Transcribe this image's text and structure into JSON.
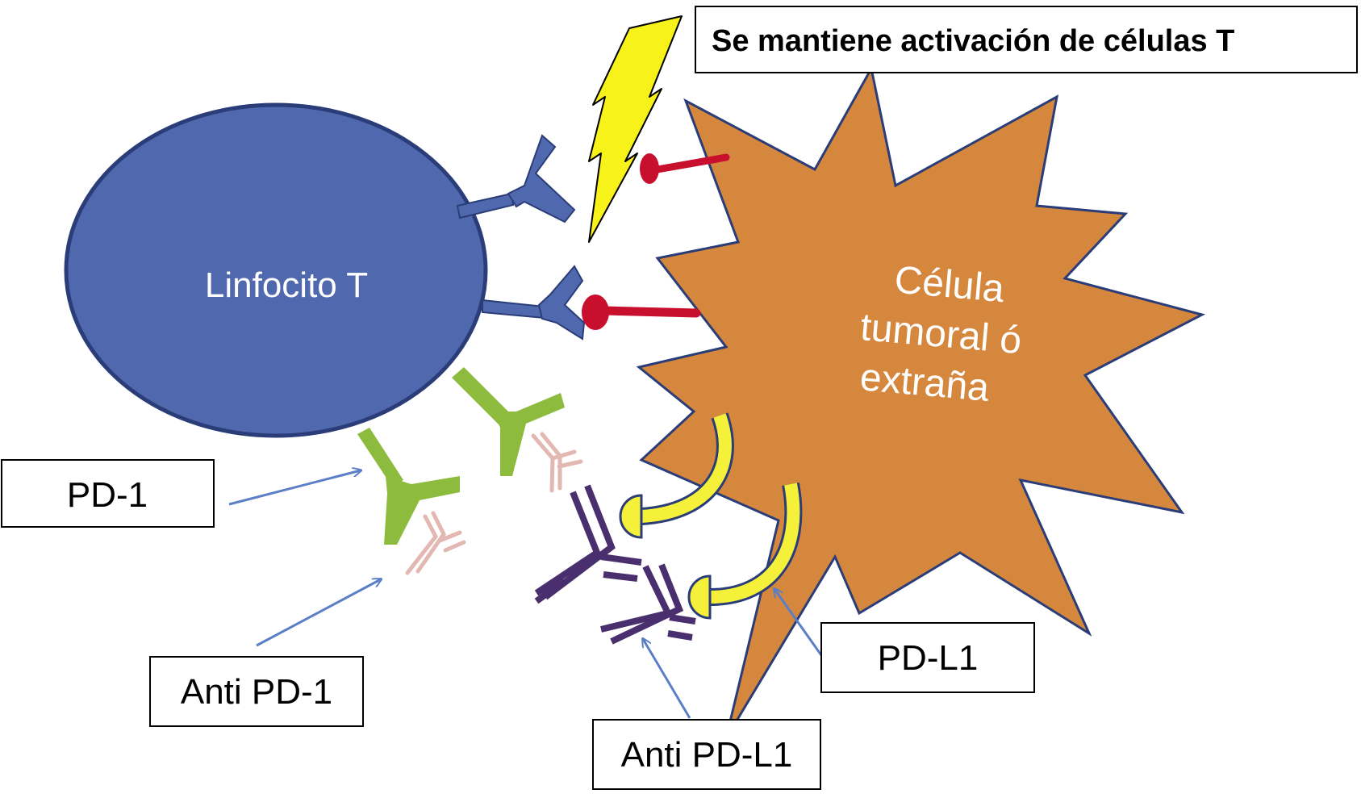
{
  "header": {
    "title": "Se mantiene activación de células T"
  },
  "cells": {
    "lymphocyte": "Linfocito T",
    "tumor_line1": "Célula",
    "tumor_line2": "tumoral ó",
    "tumor_line3": "extraña"
  },
  "callouts": {
    "pd1": "PD-1",
    "anti_pd1": "Anti PD-1",
    "pdl1": "PD-L1",
    "anti_pdl1": "Anti PD-L1"
  },
  "colors": {
    "lymphocyte_fill": "#5068ad",
    "lymphocyte_stroke": "#2a3d78",
    "tumor_fill": "#d6873e",
    "tumor_stroke": "#2a3d78",
    "tcr_receptor": "#5068ad",
    "pd1_receptor": "#8dbb3d",
    "anti_pd1_antibody": "#e3b7b2",
    "pdl1_ligand": "#f5f03a",
    "anti_pdl1_antibody": "#4a2f6e",
    "mhc_ligand": "#c8102e",
    "lightning": "#f7f21a",
    "arrow": "#5b7fc7"
  }
}
